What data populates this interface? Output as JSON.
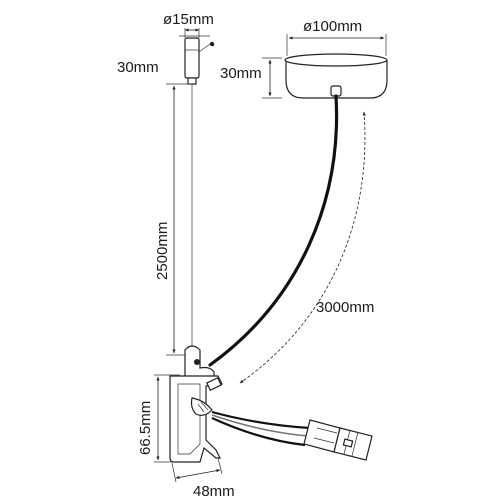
{
  "dimensions": {
    "hanger_diameter": "ø15mm",
    "hanger_height": "30mm",
    "canopy_diameter": "ø100mm",
    "canopy_height": "30mm",
    "suspension_length": "2500mm",
    "cable_length": "3000mm",
    "lamp_height": "66.5mm",
    "lamp_width": "48mm"
  },
  "colors": {
    "line": "#222222",
    "cable": "#111111",
    "background": "#ffffff"
  }
}
